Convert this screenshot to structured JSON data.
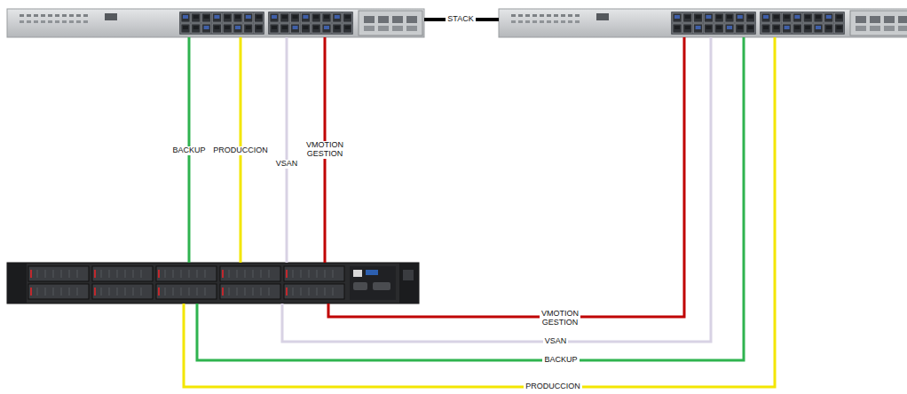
{
  "diagram": {
    "labels": [
      "STACK",
      "BACKUP",
      "PRODUCCION",
      "VSAN",
      "VMOTION GESTION",
      "VMOTION GESTION",
      "VSAN",
      "BACKUP",
      "PRODUCCION"
    ]
  }
}
